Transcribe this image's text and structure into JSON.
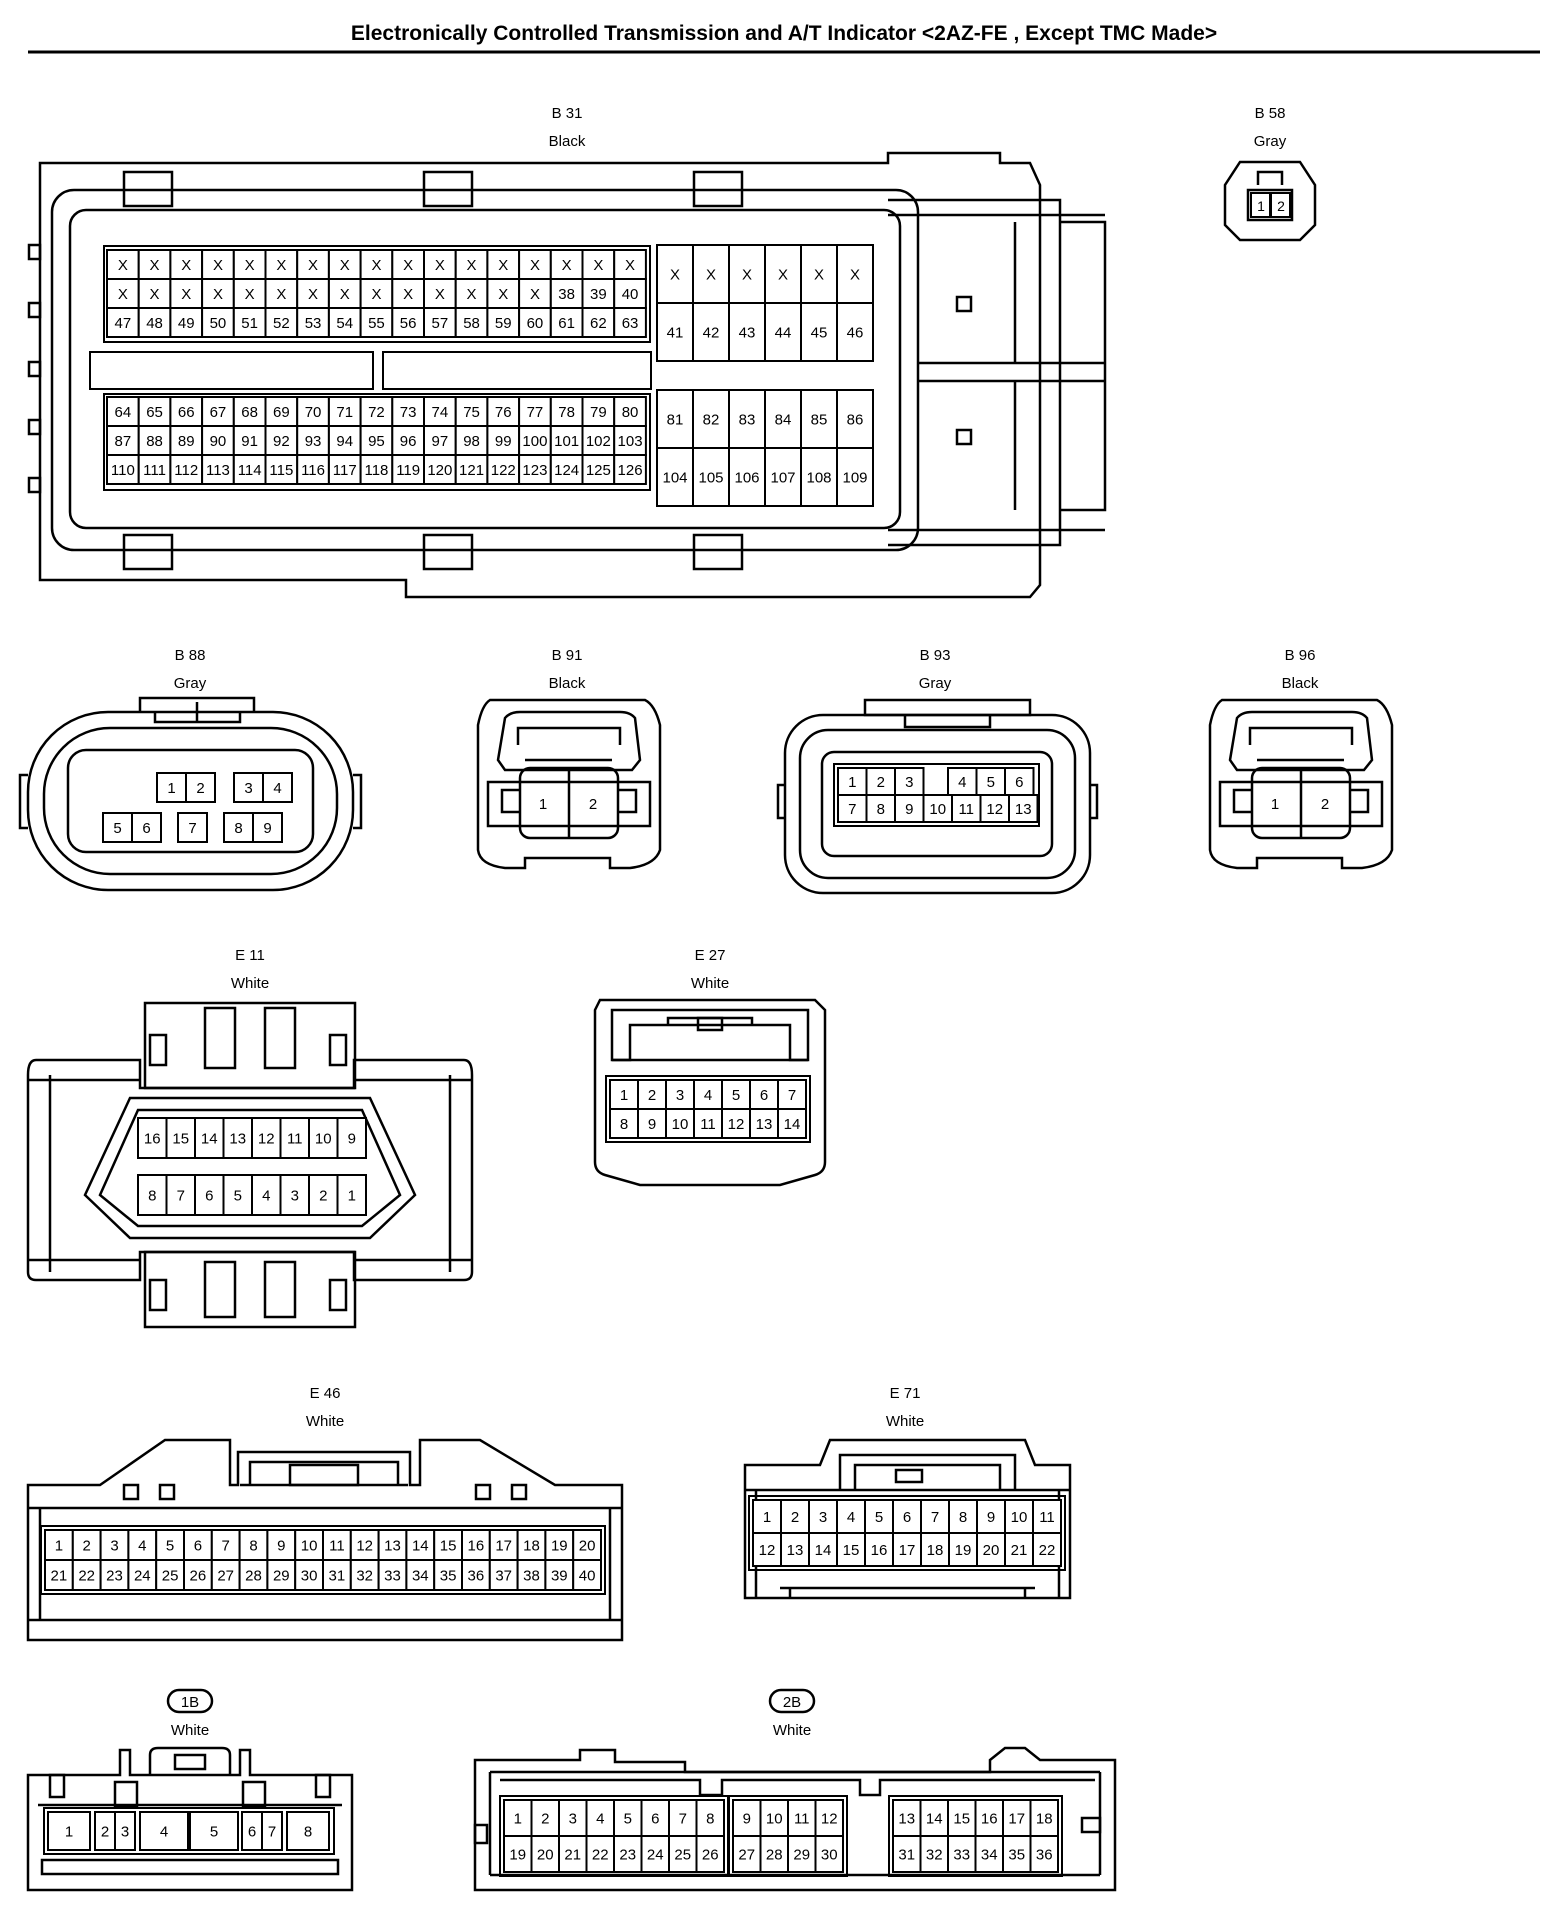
{
  "title": "Electronically Controlled Transmission and A/T Indicator <2AZ-FE , Except TMC Made>",
  "connectors": {
    "B31": {
      "code": "B 31",
      "color": "Black"
    },
    "B58": {
      "code": "B 58",
      "color": "Gray",
      "pins": [
        "1",
        "2"
      ]
    },
    "B88": {
      "code": "B 88",
      "color": "Gray",
      "pins": [
        "1",
        "2",
        "3",
        "4",
        "5",
        "6",
        "7",
        "8",
        "9"
      ]
    },
    "B91": {
      "code": "B 91",
      "color": "Black",
      "pins": [
        "1",
        "2"
      ]
    },
    "B93": {
      "code": "B 93",
      "color": "Gray",
      "pins": [
        "1",
        "2",
        "3",
        "4",
        "5",
        "6",
        "7",
        "8",
        "9",
        "10",
        "11",
        "12",
        "13"
      ]
    },
    "B96": {
      "code": "B 96",
      "color": "Black",
      "pins": [
        "1",
        "2"
      ]
    },
    "E11": {
      "code": "E 11",
      "color": "White",
      "rows": [
        [
          "16",
          "15",
          "14",
          "13",
          "12",
          "11",
          "10",
          "9"
        ],
        [
          "8",
          "7",
          "6",
          "5",
          "4",
          "3",
          "2",
          "1"
        ]
      ]
    },
    "E27": {
      "code": "E 27",
      "color": "White",
      "rows": [
        [
          "1",
          "2",
          "3",
          "4",
          "5",
          "6",
          "7"
        ],
        [
          "8",
          "9",
          "10",
          "11",
          "12",
          "13",
          "14"
        ]
      ]
    },
    "E46": {
      "code": "E 46",
      "color": "White"
    },
    "E71": {
      "code": "E 71",
      "color": "White"
    },
    "1B": {
      "code": "1B",
      "color": "White",
      "pins": [
        "1",
        "2",
        "3",
        "4",
        "5",
        "6",
        "7",
        "8"
      ]
    },
    "2B": {
      "code": "2B",
      "color": "White"
    }
  }
}
